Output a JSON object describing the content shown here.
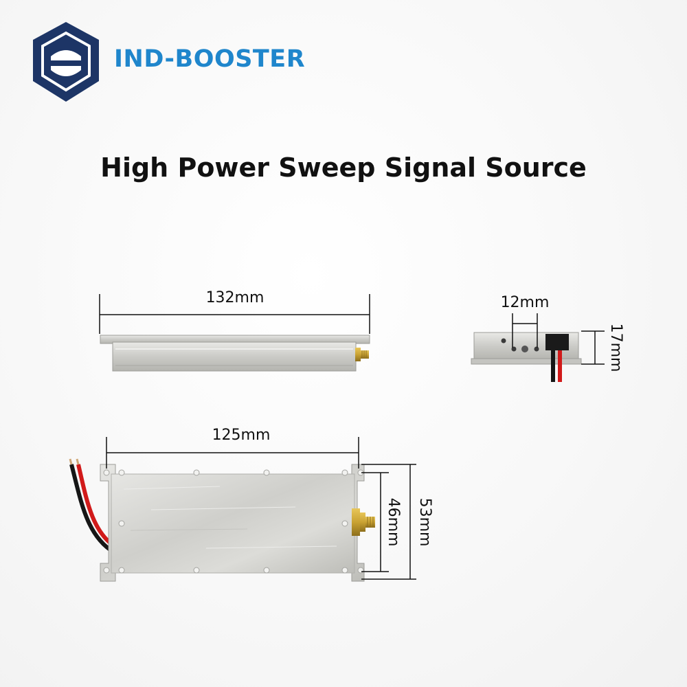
{
  "brand": {
    "name": "IND-BOOSTER",
    "color": "#1f86cc",
    "logo_color": "#1d3566",
    "logo_icon": "hexagon-shield-logo"
  },
  "title": "High Power Sweep Signal Source",
  "dimensions": {
    "side_length": "132mm",
    "top_length": "125mm",
    "top_width_inner": "46mm",
    "top_width_outer": "53mm",
    "end_spacing": "12mm",
    "end_height": "17mm"
  },
  "colors": {
    "metal": "#d2d2ce",
    "metal_dark": "#a9a9a4",
    "wire_red": "#d11a1a",
    "wire_black": "#161616",
    "connector_gold": "#c9a233"
  }
}
